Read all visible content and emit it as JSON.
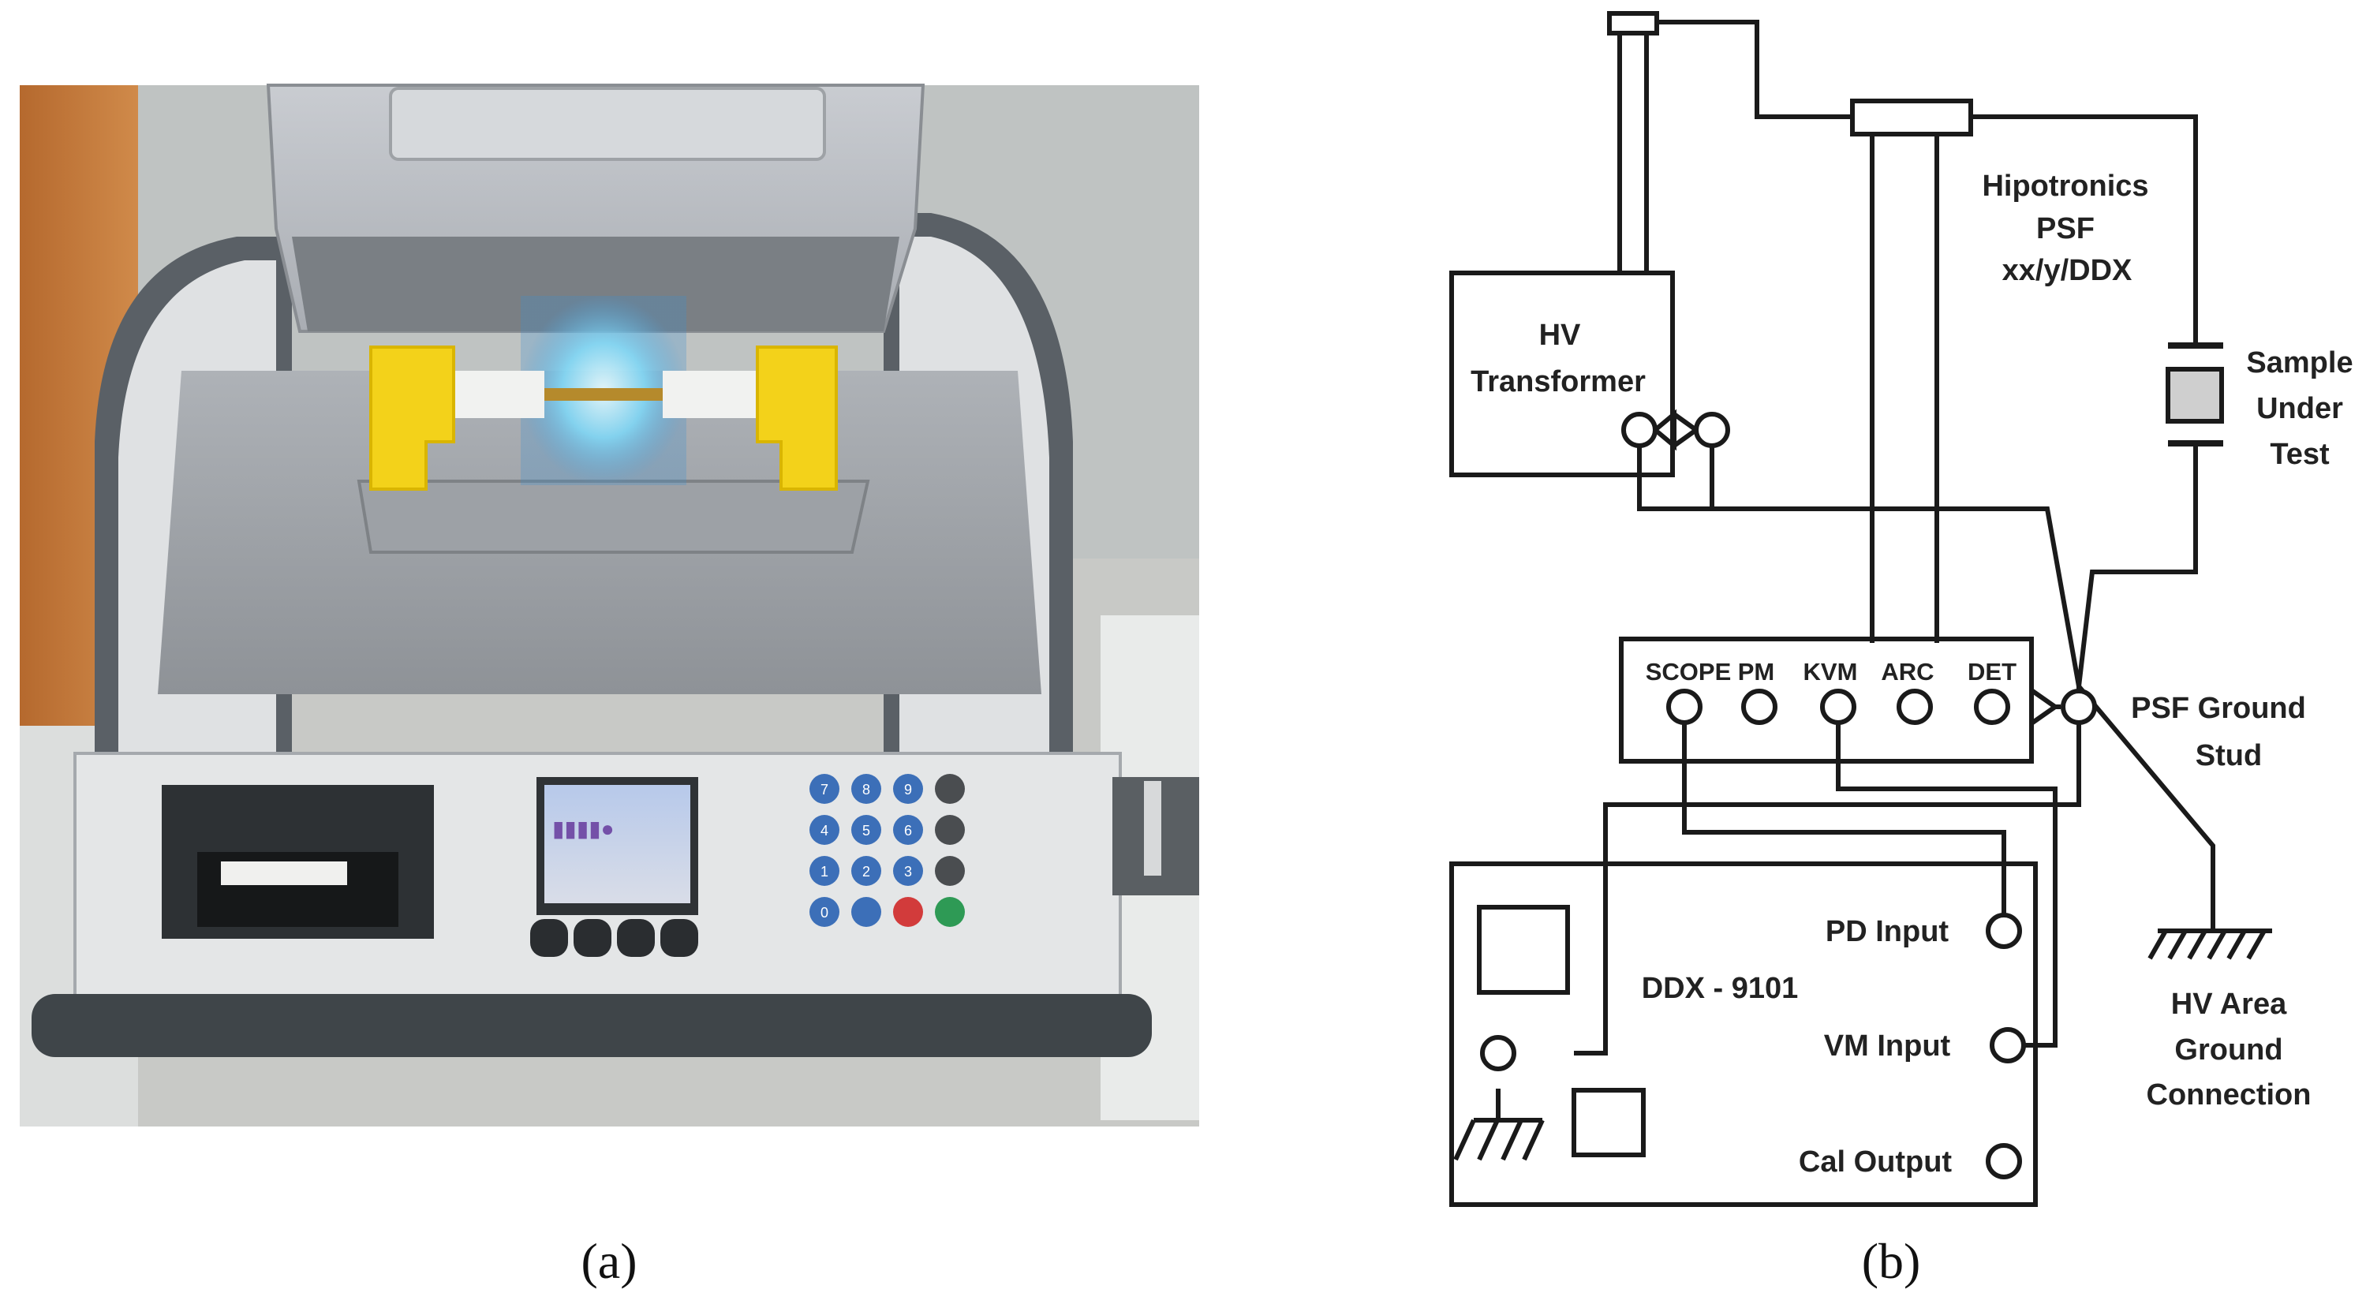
{
  "panel_a": {
    "caption": "(a)",
    "keypad": [
      "7",
      "8",
      "9",
      "",
      "4",
      "5",
      "6",
      "",
      "1",
      "2",
      "3",
      "",
      "0",
      "",
      "",
      ""
    ]
  },
  "panel_b": {
    "caption": "(b)",
    "labels": {
      "hv_transformer_1": "HV",
      "hv_transformer_2": "Transformer",
      "psf_1": "Hipotronics",
      "psf_2": "PSF",
      "psf_3": "xx/y/DDX",
      "sample_1": "Sample",
      "sample_2": "Under",
      "sample_3": "Test",
      "port_scope": "SCOPE",
      "port_pm": "PM",
      "port_kvm": "KVM",
      "port_arc": "ARC",
      "port_det": "DET",
      "ground_stud_1": "PSF Ground",
      "ground_stud_2": "Stud",
      "ddx": "DDX - 9101",
      "pd_input": "PD Input",
      "vm_input": "VM Input",
      "cal_output": "Cal Output",
      "area_ground_1": "HV Area",
      "area_ground_2": "Ground",
      "area_ground_3": "Connection"
    }
  }
}
